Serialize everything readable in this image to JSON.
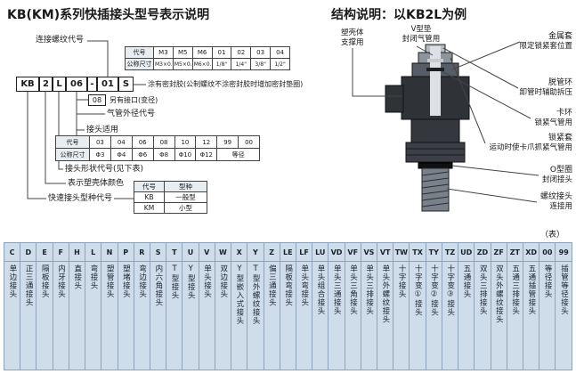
{
  "titles": {
    "left": "KB(KM)系列快插接头型号表示说明",
    "right": "结构说明：以KB2L为例",
    "table_note": "（表）"
  },
  "model_code": {
    "segments": [
      "KB",
      "2",
      "L",
      "06",
      "-",
      "01",
      "S"
    ]
  },
  "callouts": {
    "thread_code": "连接螺纹代号",
    "sealant_note": "涂有密封胶(公制螺纹不涂密封胶时增加密封垫圈)",
    "alt_port_code": "08",
    "alt_port_note": "另有接口(变径)",
    "tube_od_label": "气管外径代号",
    "fitting_apply_label": "接头适用",
    "shape_code_label": "接头形状代号(见下表)",
    "shell_color_label": "表示塑壳体颜色",
    "type_code_label": "快速接头型种代号"
  },
  "thread_table": {
    "code_label": "代号",
    "size_label": "公称尺寸",
    "codes": [
      "M3",
      "M5",
      "M6",
      "01",
      "02",
      "03",
      "04"
    ],
    "sizes": [
      "M3×0.5",
      "M5×0.8",
      "M6×0.75",
      "1/8\"",
      "1/4\"",
      "3/8\"",
      "1/2\""
    ]
  },
  "od_table": {
    "code_label": "代号",
    "size_label": "公称尺寸",
    "codes": [
      "03",
      "04",
      "06",
      "08",
      "10",
      "12",
      "99",
      "00"
    ],
    "sizes": [
      "Φ3",
      "Φ4",
      "Φ6",
      "Φ8",
      "Φ10",
      "Φ12",
      "等径"
    ]
  },
  "type_table": {
    "code_header": "代号",
    "kind_header": "型种",
    "rows": [
      {
        "code": "KB",
        "kind": "一般型"
      },
      {
        "code": "KM",
        "kind": "小型"
      }
    ]
  },
  "structure": {
    "labels": [
      {
        "name": "塑壳体",
        "desc": "支撑用"
      },
      {
        "name": "V型垫",
        "desc": "封闭气管用"
      },
      {
        "name": "金属套",
        "desc": "限定锁紧套位置"
      },
      {
        "name": "脱管环",
        "desc": "卸管时辅助拆压"
      },
      {
        "name": "卡环",
        "desc": "锁紧气管用"
      },
      {
        "name": "锁紧套",
        "desc": "运动时使卡爪抓紧气管用"
      },
      {
        "name": "O型圈",
        "desc": "封闭接头"
      },
      {
        "name": "螺纹接头",
        "desc": "连接用"
      }
    ]
  },
  "shape_table": {
    "columns": [
      {
        "code": "C",
        "name": "单边接头"
      },
      {
        "code": "D",
        "name": "正三通接头"
      },
      {
        "code": "E",
        "name": "隔板接头"
      },
      {
        "code": "F",
        "name": "内牙接头"
      },
      {
        "code": "H",
        "name": "直接头"
      },
      {
        "code": "L",
        "name": "弯接头"
      },
      {
        "code": "N",
        "name": "塑管接头"
      },
      {
        "code": "P",
        "name": "塑堵接头"
      },
      {
        "code": "R",
        "name": "弯边接头"
      },
      {
        "code": "S",
        "name": "内六角接头"
      },
      {
        "code": "T",
        "name": "T型接头"
      },
      {
        "code": "U",
        "name": "Y型接头"
      },
      {
        "code": "V",
        "name": "单头接头"
      },
      {
        "code": "W",
        "name": "双边接头"
      },
      {
        "code": "X",
        "name": "Y型嵌入式接头"
      },
      {
        "code": "Y",
        "name": "T型外螺纹接头"
      },
      {
        "code": "Z",
        "name": "偏三通接头"
      },
      {
        "code": "LE",
        "name": "隔板弯接头"
      },
      {
        "code": "LF",
        "name": "单头弯接头"
      },
      {
        "code": "LU",
        "name": "单头组合接头"
      },
      {
        "code": "VD",
        "name": "单头三通接头"
      },
      {
        "code": "VF",
        "name": "单头三角接头"
      },
      {
        "code": "VS",
        "name": "单头三排接头"
      },
      {
        "code": "VT",
        "name": "单头外螺纹接头"
      },
      {
        "code": "TW",
        "name": "十字接头"
      },
      {
        "code": "TX",
        "name": "十字变①接头"
      },
      {
        "code": "TY",
        "name": "十字变②接头"
      },
      {
        "code": "TZ",
        "name": "十字变③接头"
      },
      {
        "code": "UD",
        "name": "五通接头"
      },
      {
        "code": "ZD",
        "name": "双头三排接头"
      },
      {
        "code": "ZF",
        "name": "双头外螺纹接头"
      },
      {
        "code": "ZT",
        "name": "五通三排接头"
      },
      {
        "code": "XD",
        "name": "五通插管接头"
      },
      {
        "code": "00",
        "name": "等径接头"
      },
      {
        "code": "99",
        "name": "插管等径接头"
      }
    ]
  },
  "colors": {
    "table_bg": "#cfdcea",
    "accent_line": "#444444"
  }
}
